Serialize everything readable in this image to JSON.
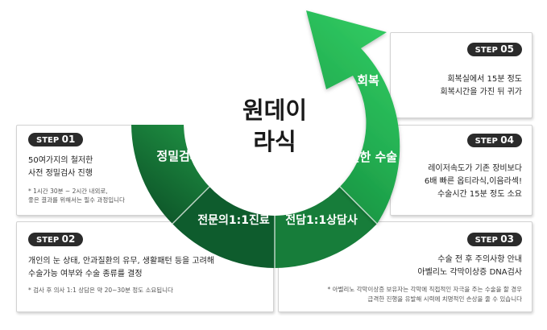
{
  "center_title": {
    "line1": "원데이",
    "line2": "라식"
  },
  "segments": {
    "s1": "정밀검사",
    "s2": "전문의1:1진료",
    "s3": "전담1:1상담사",
    "s4": "안전한 수술",
    "s5": "회복"
  },
  "steps": {
    "step01": {
      "badge_label": "STEP",
      "badge_num": "01",
      "lines": [
        "50여가지의 철저한",
        "사전 정밀검사 진행"
      ],
      "notes": [
        "* 1시간 30분 ~ 2시간 내외로,",
        "좋은 결과를 위해서는 필수 과정입니다"
      ]
    },
    "step02": {
      "badge_label": "STEP",
      "badge_num": "02",
      "lines": [
        "개인의 눈 상태, 안과질환의 유무, 생활패턴 등을 고려해",
        "수술가능 여부와 수술 종류를 결정"
      ],
      "notes": [
        "* 검사 후 의사 1:1 상담은 약 20~30분 정도 소요됩니다"
      ]
    },
    "step03": {
      "badge_label": "STEP",
      "badge_num": "03",
      "lines": [
        "수술 전 후 주의사항 안내",
        "아벨리노 각막이상증 DNA검사"
      ],
      "notes": [
        "* 아벨리노 각막이상증 보유자는 각막에 직접적인 자극을 주는 수술을 할 경우",
        "급격한 진행을 유발해 시력에 치명적인 손상을 줄 수 있습니다"
      ]
    },
    "step04": {
      "badge_label": "STEP",
      "badge_num": "04",
      "lines": [
        "레이저속도가 기존 장비보다",
        "6배 빠른 옵티라식,이음라섹!",
        "수술시간 15분 정도 소요"
      ]
    },
    "step05": {
      "badge_label": "STEP",
      "badge_num": "05",
      "lines": [
        "회복실에서 15분 정도",
        "회복시간을 가진 뒤 귀가"
      ]
    }
  },
  "colors": {
    "dark_green": "#0c5a2c",
    "mid_green": "#17803c",
    "light_green": "#25b455",
    "bright_green": "#2fc55e",
    "badge_bg": "#2b2b2b",
    "card_border": "#d2d2d2"
  }
}
